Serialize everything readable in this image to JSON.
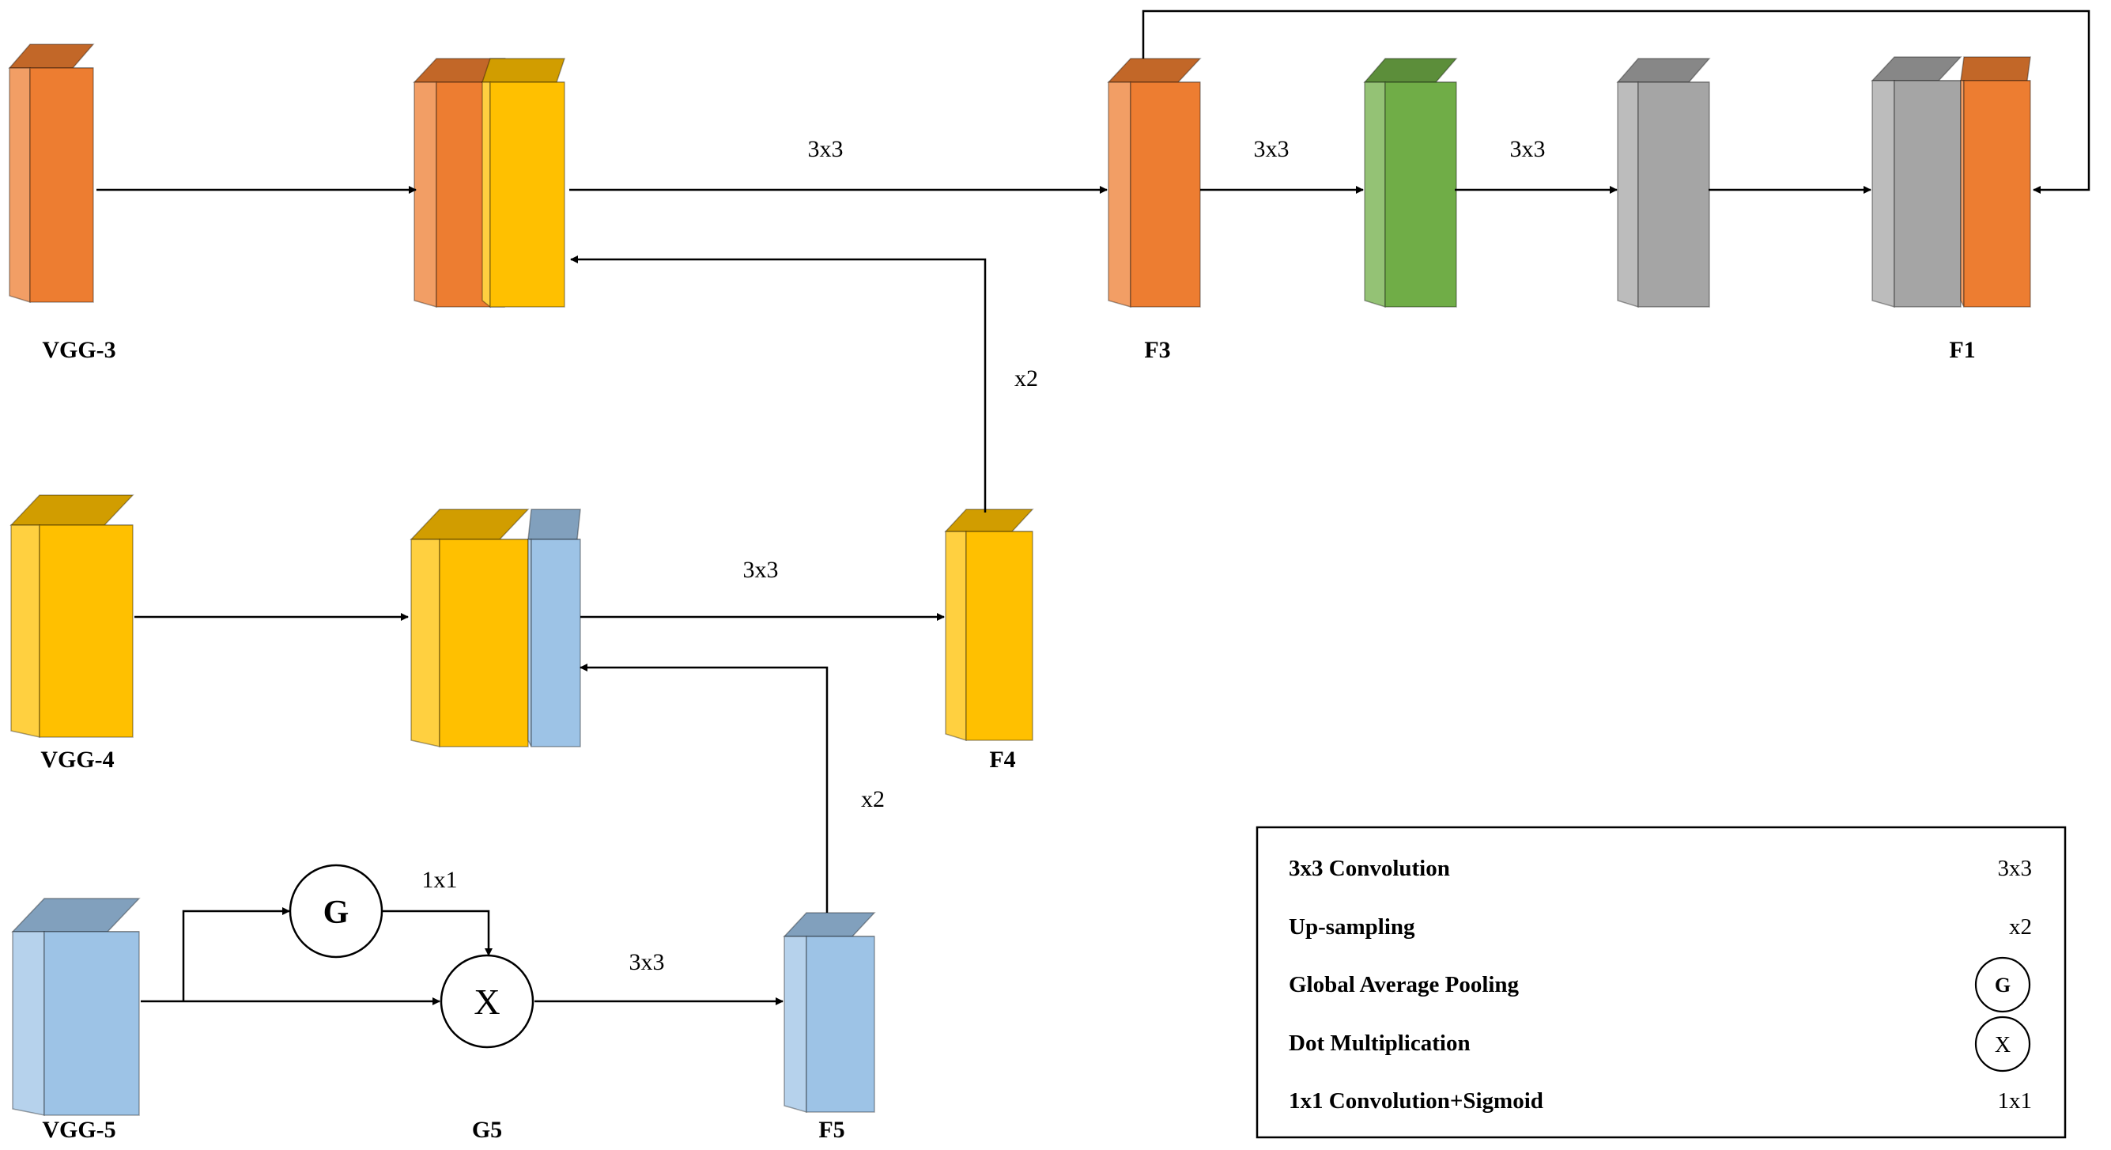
{
  "labels": {
    "vgg3": "VGG-3",
    "vgg4": "VGG-4",
    "vgg5": "VGG-5",
    "f1": "F1",
    "f3": "F3",
    "f4": "F4",
    "f5": "F5",
    "g5": "G5"
  },
  "ops": {
    "conv_top_main": "3x3",
    "conv_f3_green": "3x3",
    "conv_green_gray": "3x3",
    "conv_mid": "3x3",
    "conv_bottom": "3x3",
    "up_top": "x2",
    "up_mid": "x2",
    "conv1x1": "1x1",
    "gap_symbol": "G",
    "mul_symbol": "X"
  },
  "legend": {
    "items": [
      {
        "name": "3x3 Convolution",
        "symbol": "3x3"
      },
      {
        "name": "Up-sampling",
        "symbol": "x2"
      },
      {
        "name": "Global Average Pooling",
        "symbol": "G"
      },
      {
        "name": "Dot Multiplication",
        "symbol": "X"
      },
      {
        "name": "1x1 Convolution+Sigmoid",
        "symbol": "1x1"
      }
    ]
  },
  "colors": {
    "orange": "#ED7D31",
    "yellow": "#FFC000",
    "blue": "#9DC3E6",
    "green": "#70AD47",
    "gray": "#A5A5A5",
    "line": "#000000"
  }
}
